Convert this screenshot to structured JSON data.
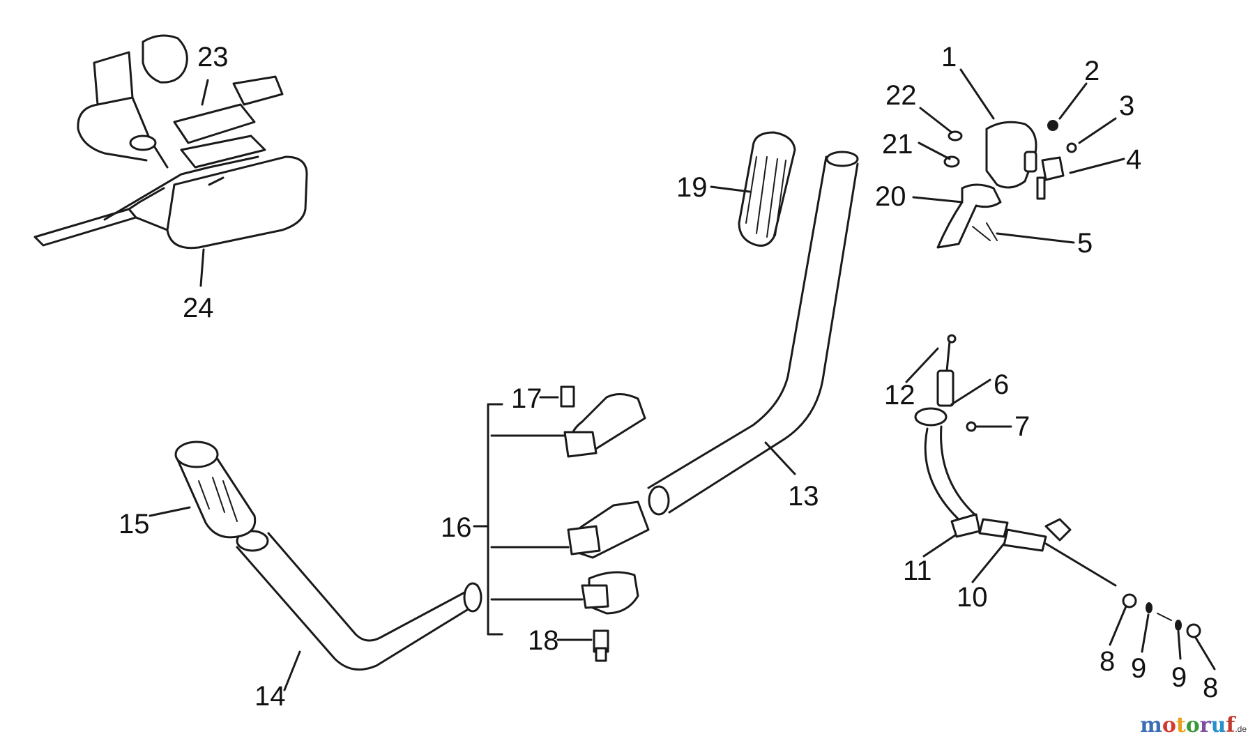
{
  "parts": {
    "p1": "1",
    "p2": "2",
    "p3": "3",
    "p4": "4",
    "p5": "5",
    "p6": "6",
    "p7": "7",
    "p8a": "8",
    "p8b": "8",
    "p9a": "9",
    "p9b": "9",
    "p10": "10",
    "p11": "11",
    "p12": "12",
    "p13": "13",
    "p14": "14",
    "p15": "15",
    "p16": "16",
    "p17": "17",
    "p18": "18",
    "p19": "19",
    "p20": "20",
    "p21": "21",
    "p22": "22",
    "p23": "23",
    "p24": "24"
  },
  "watermark": {
    "text": "motoruf",
    "suffix": ".de"
  },
  "colors": {
    "ink": "#1a1a1a",
    "background": "#ffffff",
    "watermark": [
      "#3a6fb5",
      "#d63a2f",
      "#e8a11c",
      "#3a9a3a",
      "#7a4fa0",
      "#2a8fcf",
      "#c0392b"
    ]
  }
}
